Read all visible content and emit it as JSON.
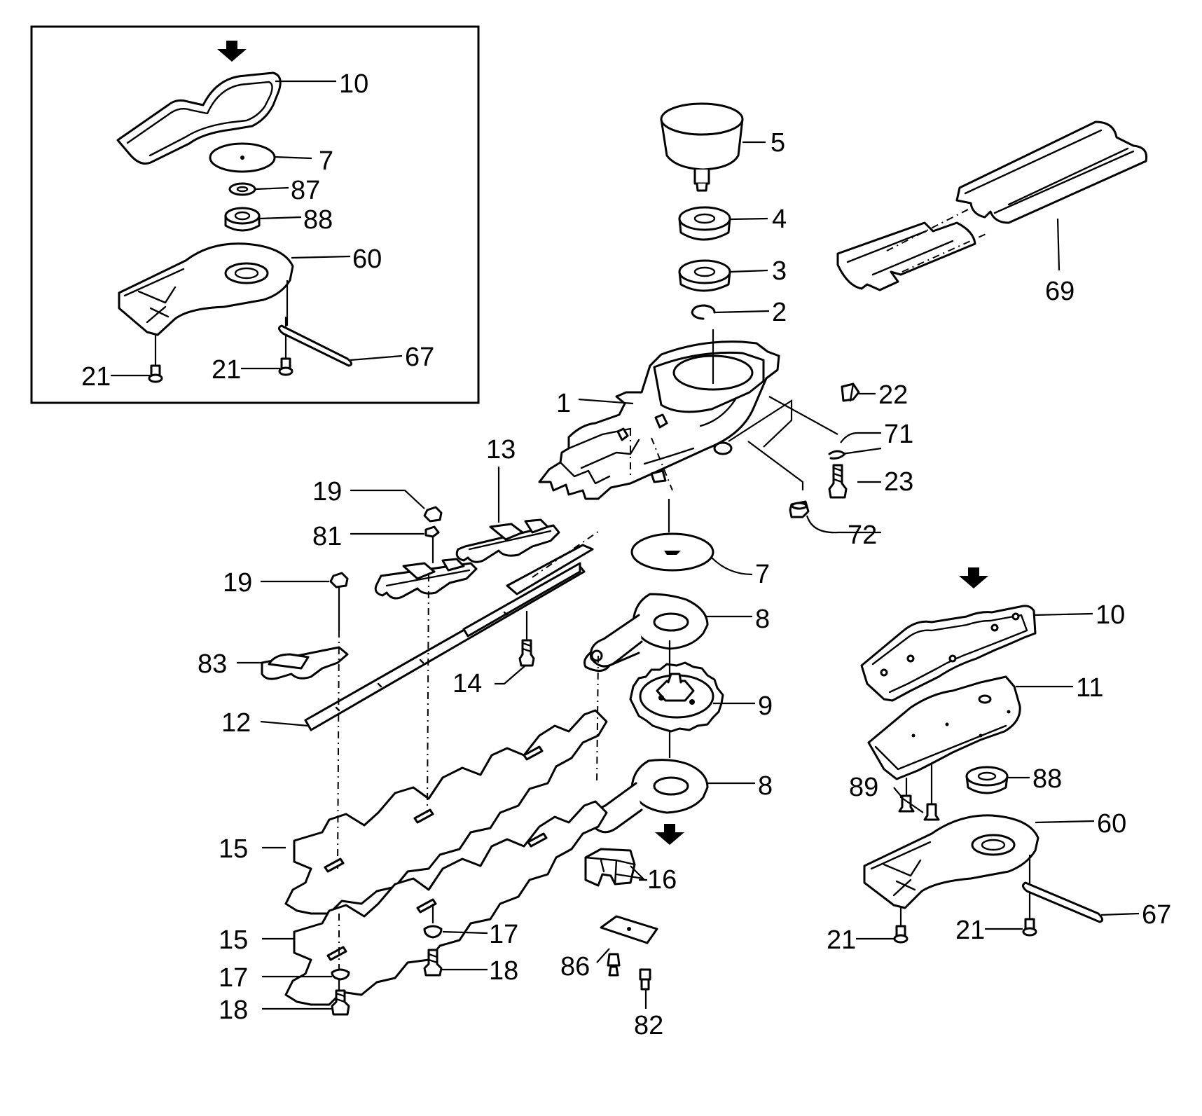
{
  "diagram": {
    "callouts": {
      "c10a": "10",
      "c7a": "7",
      "c87a": "87",
      "c88a": "88",
      "c60a": "60",
      "c21a": "21",
      "c21b": "21",
      "c67a": "67",
      "c5": "5",
      "c4": "4",
      "c3": "3",
      "c2": "2",
      "c69": "69",
      "c1": "1",
      "c22": "22",
      "c71": "71",
      "c23": "23",
      "c72": "72",
      "c13": "13",
      "c19a": "19",
      "c81": "81",
      "c19b": "19",
      "c7b": "7",
      "c8a": "8",
      "c9": "9",
      "c8b": "8",
      "c83": "83",
      "c14": "14",
      "c12": "12",
      "c15a": "15",
      "c15b": "15",
      "c16": "16",
      "c17a": "17",
      "c18a": "18",
      "c17b": "17",
      "c18b": "18",
      "c86": "86",
      "c82": "82",
      "c10b": "10",
      "c11": "11",
      "c88b": "88",
      "c89": "89",
      "c60b": "60",
      "c21c": "21",
      "c21d": "21",
      "c67b": "67"
    },
    "icons": [
      "down-arrow-icon",
      "down-arrow-icon",
      "down-arrow-icon"
    ]
  }
}
